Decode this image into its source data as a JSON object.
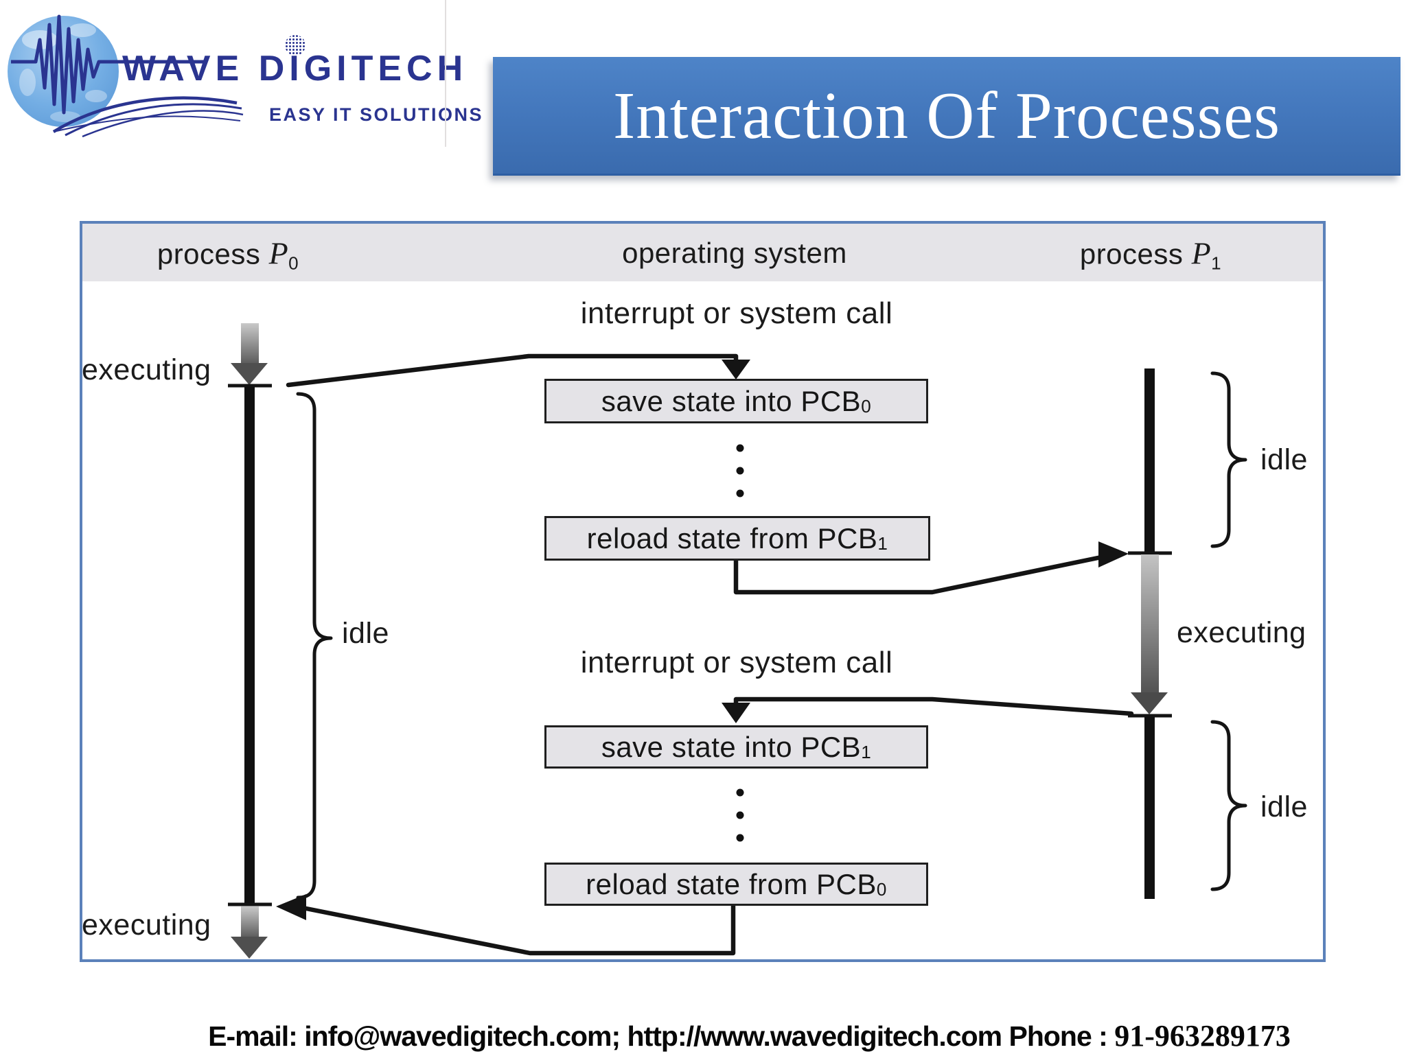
{
  "logo": {
    "brand": "WAVE DIGITECH",
    "tagline": "EASY IT SOLUTIONS"
  },
  "banner": {
    "title": "Interaction Of Processes"
  },
  "diagram": {
    "columns": {
      "p0": {
        "label": "process",
        "symbol": "P",
        "sub": "0"
      },
      "os": {
        "label": "operating system"
      },
      "p1": {
        "label": "process",
        "symbol": "P",
        "sub": "1"
      }
    },
    "events": {
      "interrupt_top": "interrupt or system call",
      "interrupt_bottom": "interrupt or system call"
    },
    "boxes": {
      "save_pcb0": {
        "text": "save state into PCB",
        "sub": "0"
      },
      "reload_pcb1": {
        "text": "reload state from PCB",
        "sub": "1"
      },
      "save_pcb1": {
        "text": "save state into PCB",
        "sub": "1"
      },
      "reload_pcb0": {
        "text": "reload state from PCB",
        "sub": "0"
      }
    },
    "states": {
      "p0_executing_top": "executing",
      "p0_idle": "idle",
      "p0_executing_bottom": "executing",
      "p1_idle_top": "idle",
      "p1_executing": "executing",
      "p1_idle_bottom": "idle"
    }
  },
  "footer": {
    "contact": "E-mail: info@wavedigitech.com; http://www.wavedigitech.com Phone",
    "separator": " : ",
    "phone": "91-963289173"
  },
  "colors": {
    "banner_top": "#4e84c8",
    "banner_bottom": "#3a6bae",
    "frame_border": "#5b81ba",
    "header_band": "#e5e4e8",
    "box_fill": "#e4e3e7",
    "logo_navy": "#2a3490",
    "globe_blue": "#74aee4"
  }
}
